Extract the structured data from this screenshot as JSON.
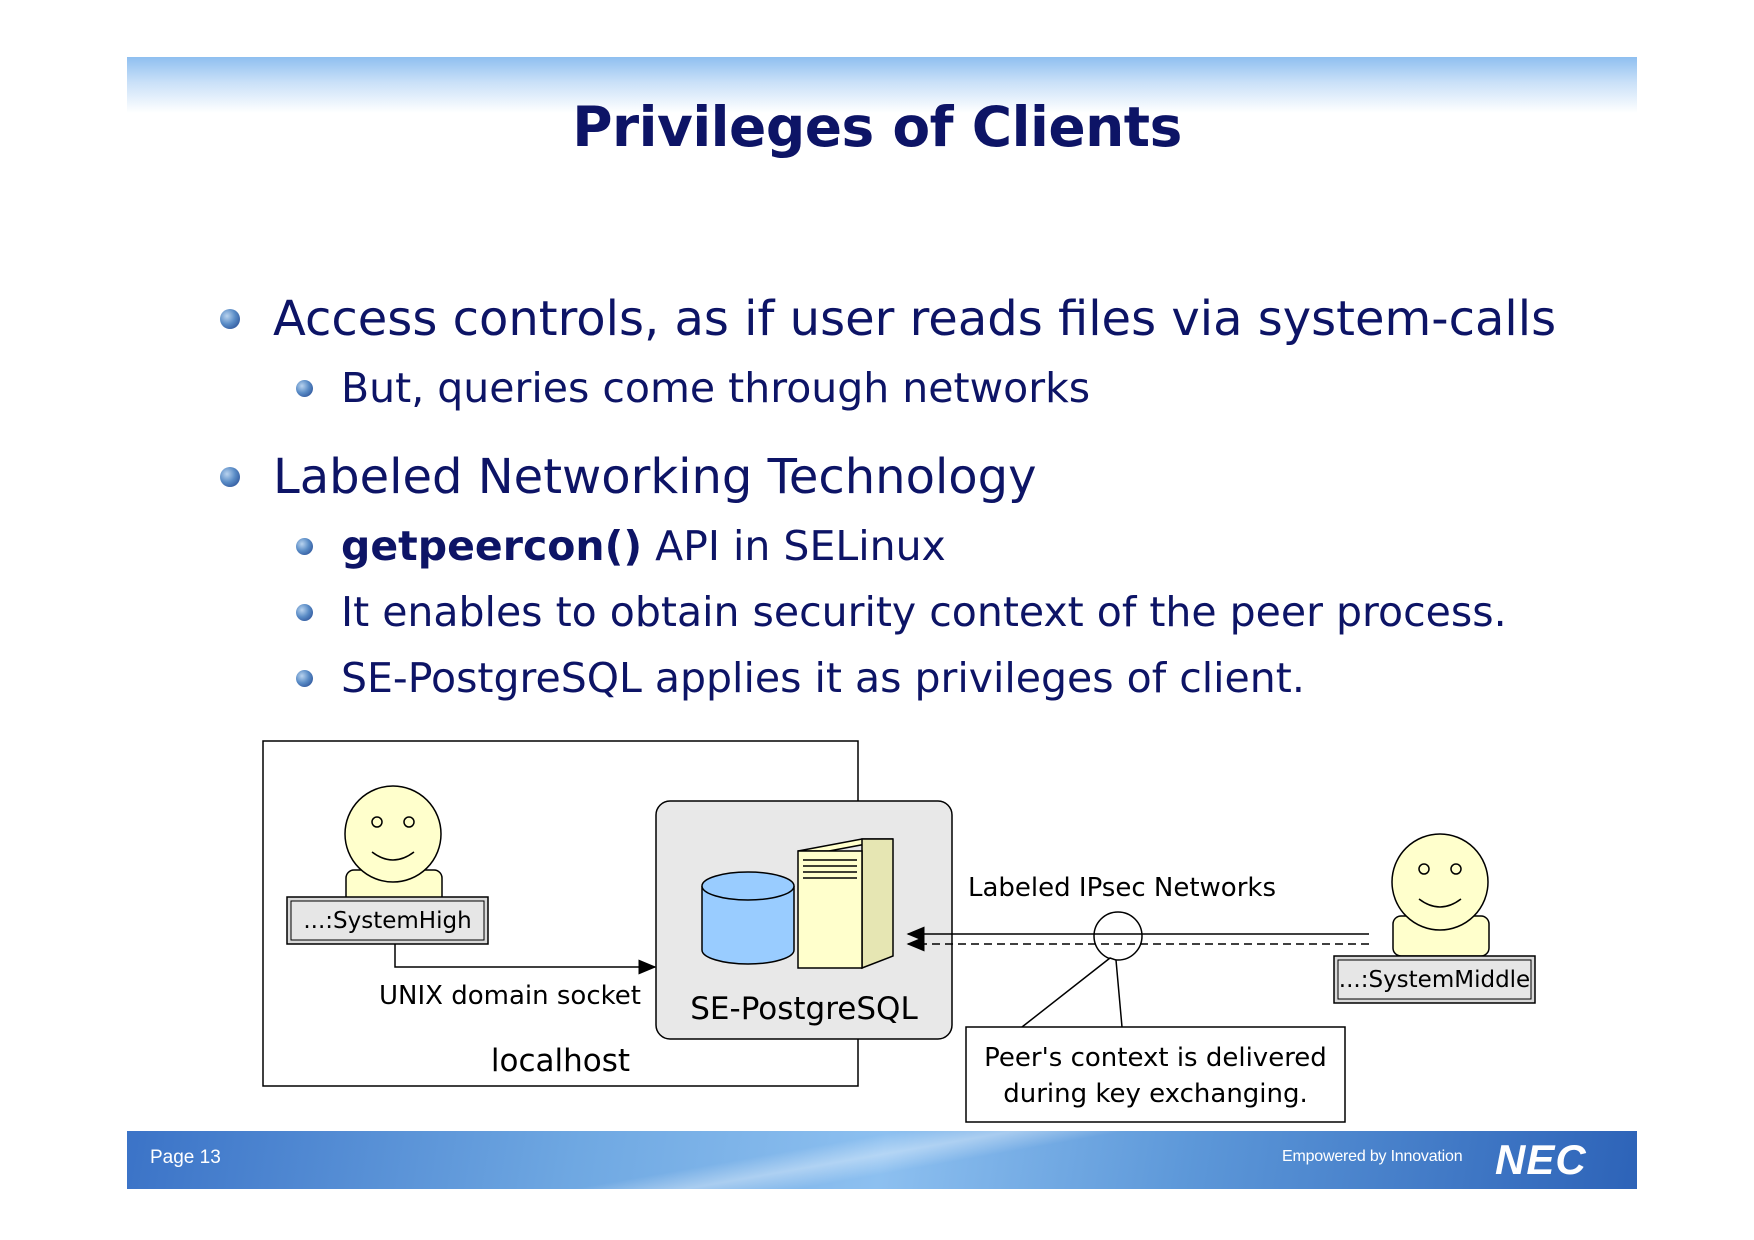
{
  "slide": {
    "title": "Privileges of Clients",
    "bullets": [
      {
        "text": "Access controls, as if user reads files via system-calls"
      },
      {
        "text": "But, queries come through networks"
      },
      {
        "text": "Labeled Networking Technology"
      },
      {
        "bold": "getpeercon()",
        "text": " API in SELinux"
      },
      {
        "text": "It enables to obtain security context of the peer process."
      },
      {
        "text": "SE-PostgreSQL applies it as privileges of client."
      }
    ]
  },
  "diagram": {
    "high_user_label": "...:SystemHigh",
    "middle_user_label": "...:SystemMiddle",
    "socket_label": "UNIX domain socket",
    "server_label": "SE-PostgreSQL",
    "host_label": "localhost",
    "network_label": "Labeled IPsec Networks",
    "callout_line1": "Peer's context is delivered",
    "callout_line2": "during key exchanging."
  },
  "footer": {
    "page": "Page 13",
    "tagline": "Empowered by Innovation",
    "logo": "NEC"
  },
  "colors": {
    "text": "#0d1466",
    "db_cylinder": "#99ccff",
    "server_box": "#ffffcc",
    "face": "#ffffcc",
    "host_panel": "#e8e8e8"
  },
  "icons": [
    "bullet-dot-icon",
    "smiley-user-icon",
    "database-cylinder-icon",
    "server-tower-icon",
    "arrow-icon"
  ]
}
